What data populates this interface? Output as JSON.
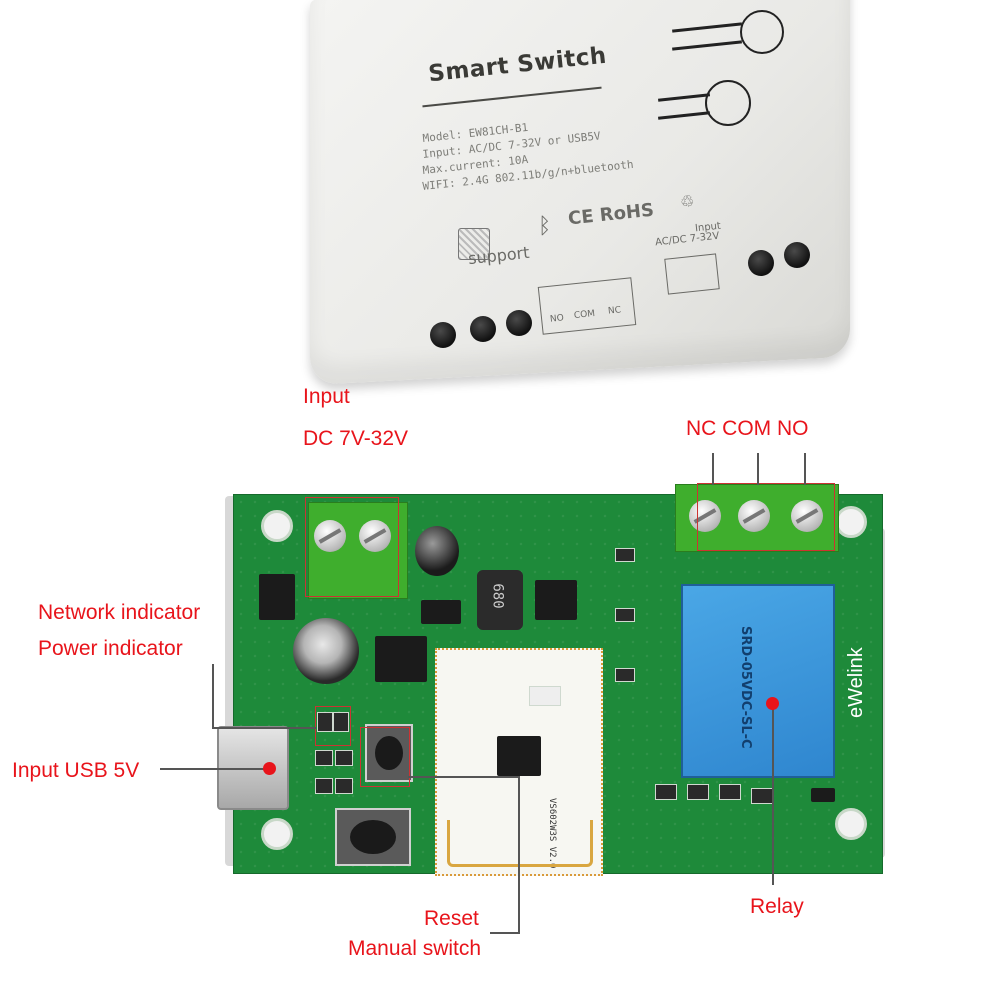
{
  "device": {
    "title": "Smart Switch",
    "spec_lines": [
      "Model: EW81CH-B1",
      "Input: AC/DC 7-32V or USB5V",
      "Max.current: 10A",
      "WIFI: 2.4G 802.11b/g/n+bluetooth"
    ],
    "support_label": "support",
    "cert_label": "CE RoHS",
    "input_mark": "Input",
    "input_mark_range": "AC/DC 7-32V",
    "contact_marks": [
      "NO",
      "COM",
      "NC"
    ]
  },
  "board": {
    "brand_text": "eWelink",
    "inductor_code": "680",
    "module_code": "VS602W3S V2.0",
    "relay_text": "SRD-05VDC-SL-C"
  },
  "labels": {
    "input_title": "Input",
    "input_range": "DC 7V-32V",
    "relay_contacts": "NC COM NO",
    "network_indicator": "Network indicator",
    "power_indicator": "Power indicator",
    "input_usb": "Input USB 5V",
    "reset": "Reset",
    "manual_switch": "Manual switch",
    "relay": "Relay"
  },
  "colors": {
    "annotation": "#e8141b",
    "pcb": "#1e8a3a",
    "terminal": "#3fae2d",
    "relay": "#2f86cf"
  }
}
